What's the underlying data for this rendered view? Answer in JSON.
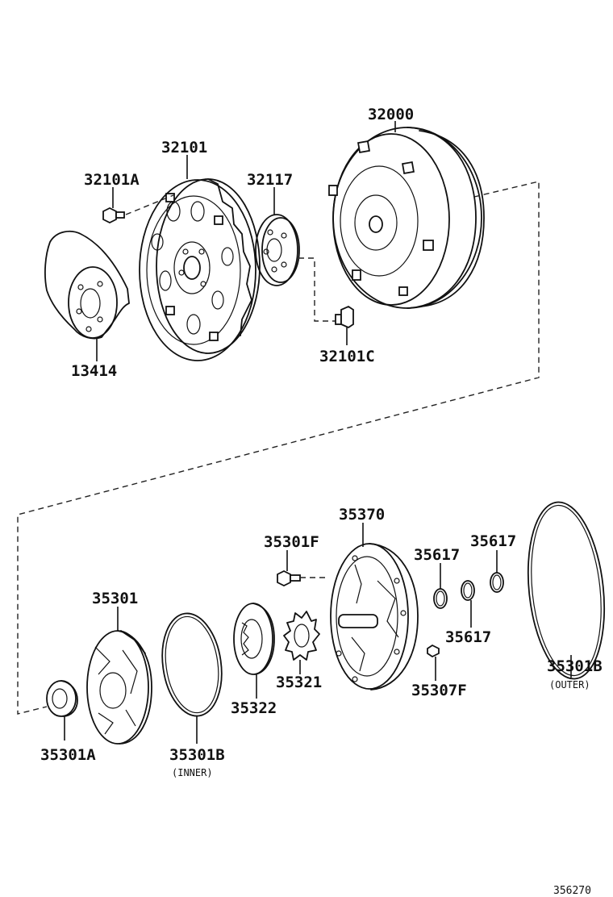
{
  "parts": {
    "p32000": "32000",
    "p32101": "32101",
    "p32101A": "32101A",
    "p32117": "32117",
    "p13414": "13414",
    "p32101C": "32101C",
    "p35370": "35370",
    "p35301F": "35301F",
    "p35617a": "35617",
    "p35617b": "35617",
    "p35617c": "35617",
    "p35301": "35301",
    "p35321": "35321",
    "p35307F": "35307F",
    "p35301B_outer": "35301B",
    "p35301B_inner": "35301B",
    "p35322": "35322",
    "p35301A": "35301A"
  },
  "notes": {
    "outer": "(OUTER)",
    "inner": "(INNER)"
  },
  "diagram_ref": "356270"
}
